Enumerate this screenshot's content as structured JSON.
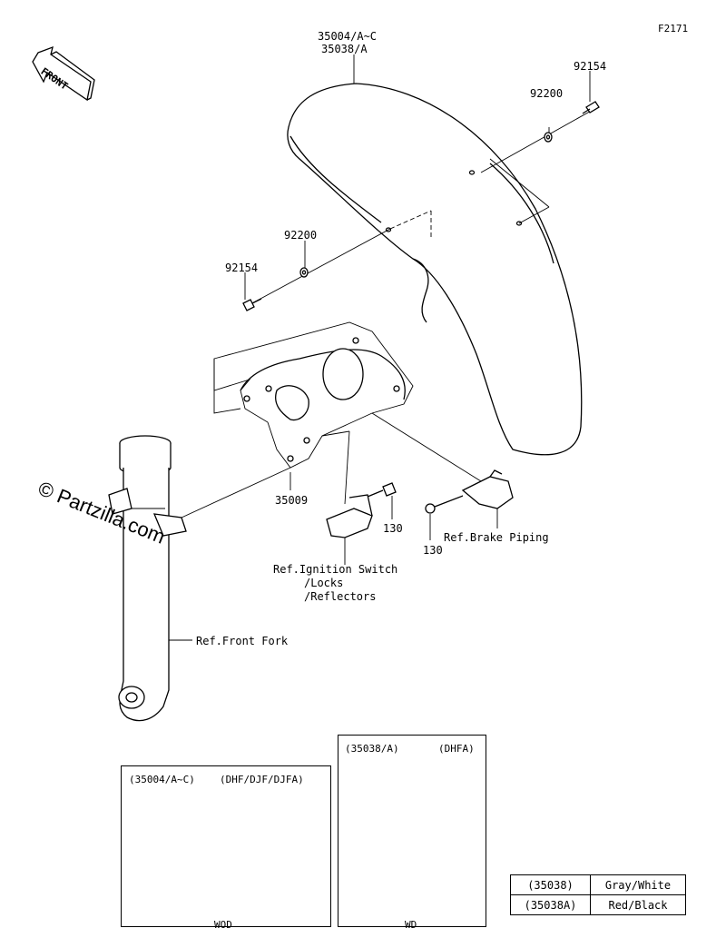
{
  "figure_code": "F2171",
  "front_arrow_label": "FRONT",
  "watermark": "© Partzilla.com",
  "callouts": {
    "fender_part_a": "35004/A~C",
    "fender_part_b": "35038/A",
    "bolt_upper": "92154",
    "washer_upper": "92200",
    "washer_lower": "92200",
    "bolt_lower": "92154",
    "bracket": "35009",
    "bolt_130_left": "130",
    "bolt_130_right": "130",
    "ref_brake_piping": "Ref.Brake Piping",
    "ref_ignition_line1": "Ref.Ignition Switch",
    "ref_ignition_line2": "/Locks",
    "ref_ignition_line3": "/Reflectors",
    "ref_front_fork": "Ref.Front Fork"
  },
  "inset_left": {
    "part": "(35004/A~C)",
    "models": "(DHF/DJF/DJFA)",
    "caption": "WOD"
  },
  "inset_right": {
    "part": "(35038/A)",
    "models": "(DHFA)",
    "caption": "WD"
  },
  "color_table": {
    "rows": [
      {
        "part": "(35038)",
        "color": "Gray/White"
      },
      {
        "part": "(35038A)",
        "color": "Red/Black"
      }
    ]
  }
}
